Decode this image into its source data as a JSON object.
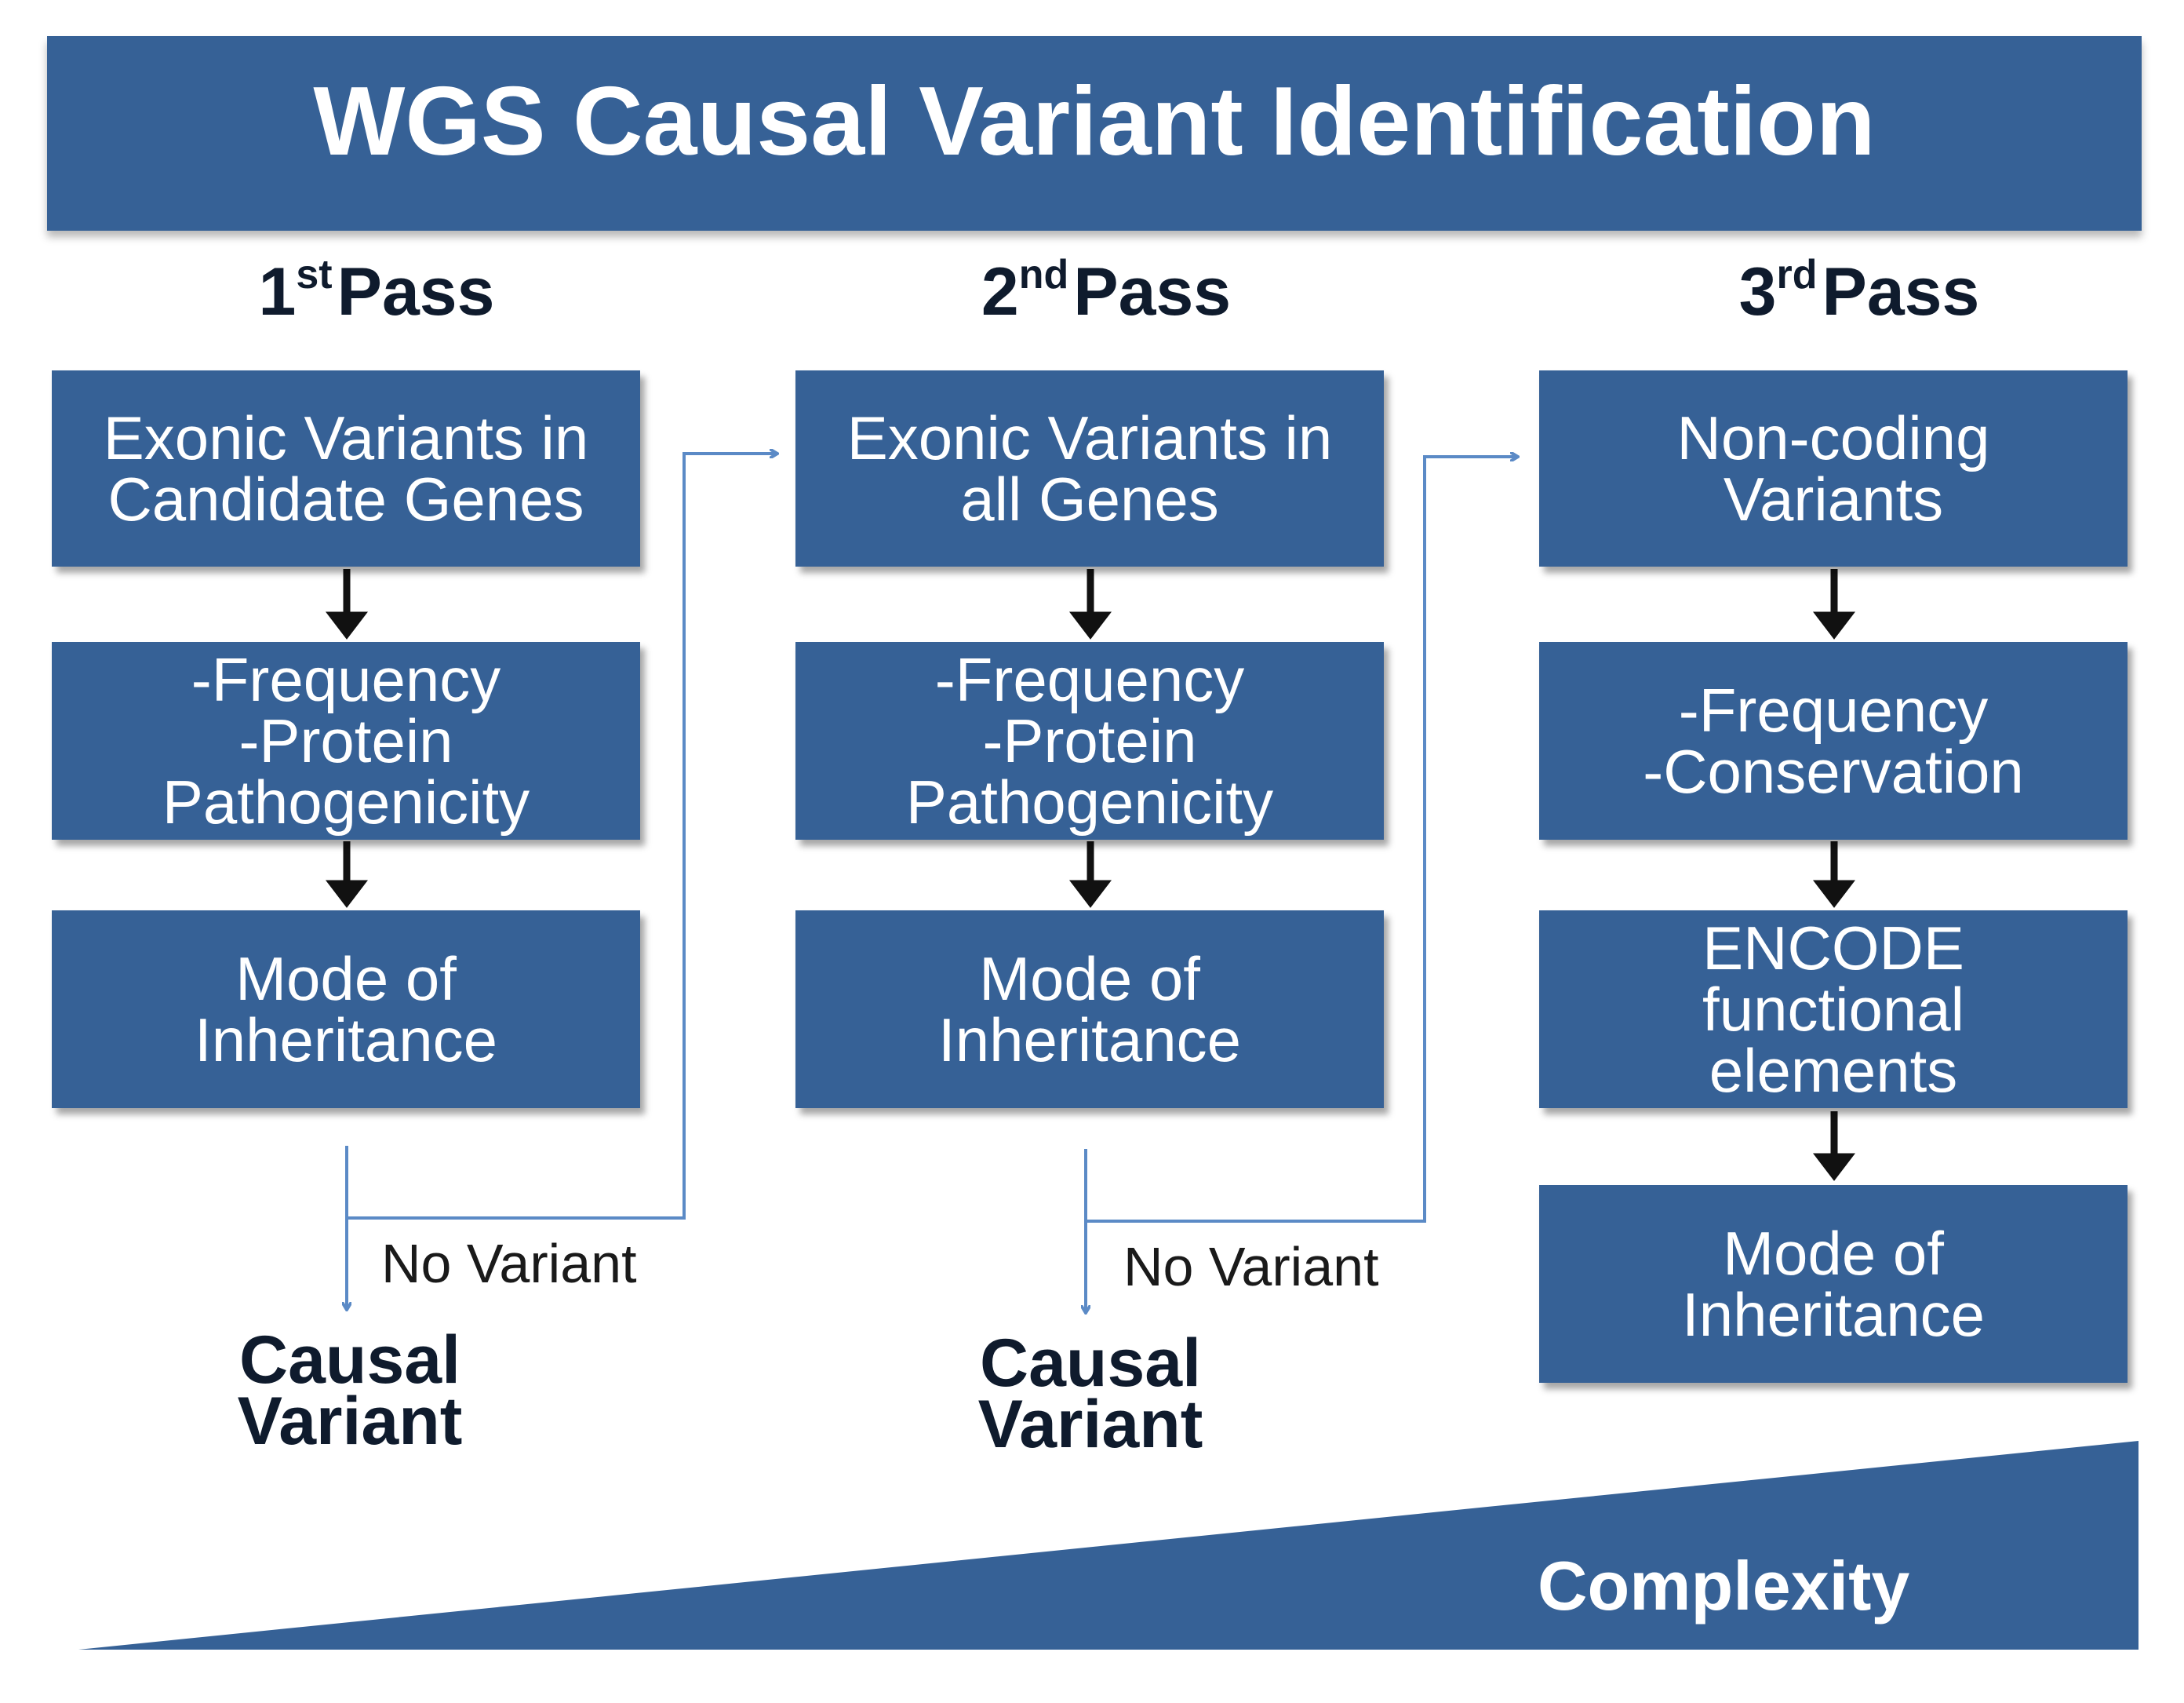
{
  "title": "WGS Causal Variant Identification",
  "passes": [
    {
      "num": "1",
      "sup": "st",
      "label": "Pass"
    },
    {
      "num": "2",
      "sup": "nd",
      "label": "Pass"
    },
    {
      "num": "3",
      "sup": "rd",
      "label": "Pass"
    }
  ],
  "col1": {
    "box1": [
      "Exonic Variants in",
      "Candidate Genes"
    ],
    "box2": [
      "-Frequency",
      "-Protein",
      "Pathogenicity"
    ],
    "box3": [
      "Mode of",
      "Inheritance"
    ],
    "no_variant": "No Variant",
    "result": [
      "Causal",
      "Variant"
    ]
  },
  "col2": {
    "box1": [
      "Exonic Variants in",
      "all Genes"
    ],
    "box2": [
      "-Frequency",
      "-Protein",
      "Pathogenicity"
    ],
    "box3": [
      "Mode of",
      "Inheritance"
    ],
    "no_variant": "No Variant",
    "result": [
      "Causal",
      "Variant"
    ]
  },
  "col3": {
    "box1": [
      "Non-coding",
      "Variants"
    ],
    "box2": [
      "-Frequency",
      "-Conservation"
    ],
    "box3": [
      "ENCODE",
      "functional",
      "elements"
    ],
    "box4": [
      "Mode of",
      "Inheritance"
    ]
  },
  "complexity": "Complexity",
  "colors": {
    "box": "#366196",
    "text_dark": "#0f1b2d",
    "connector": "#5b8ac6",
    "arrow_dark": "#111111"
  }
}
